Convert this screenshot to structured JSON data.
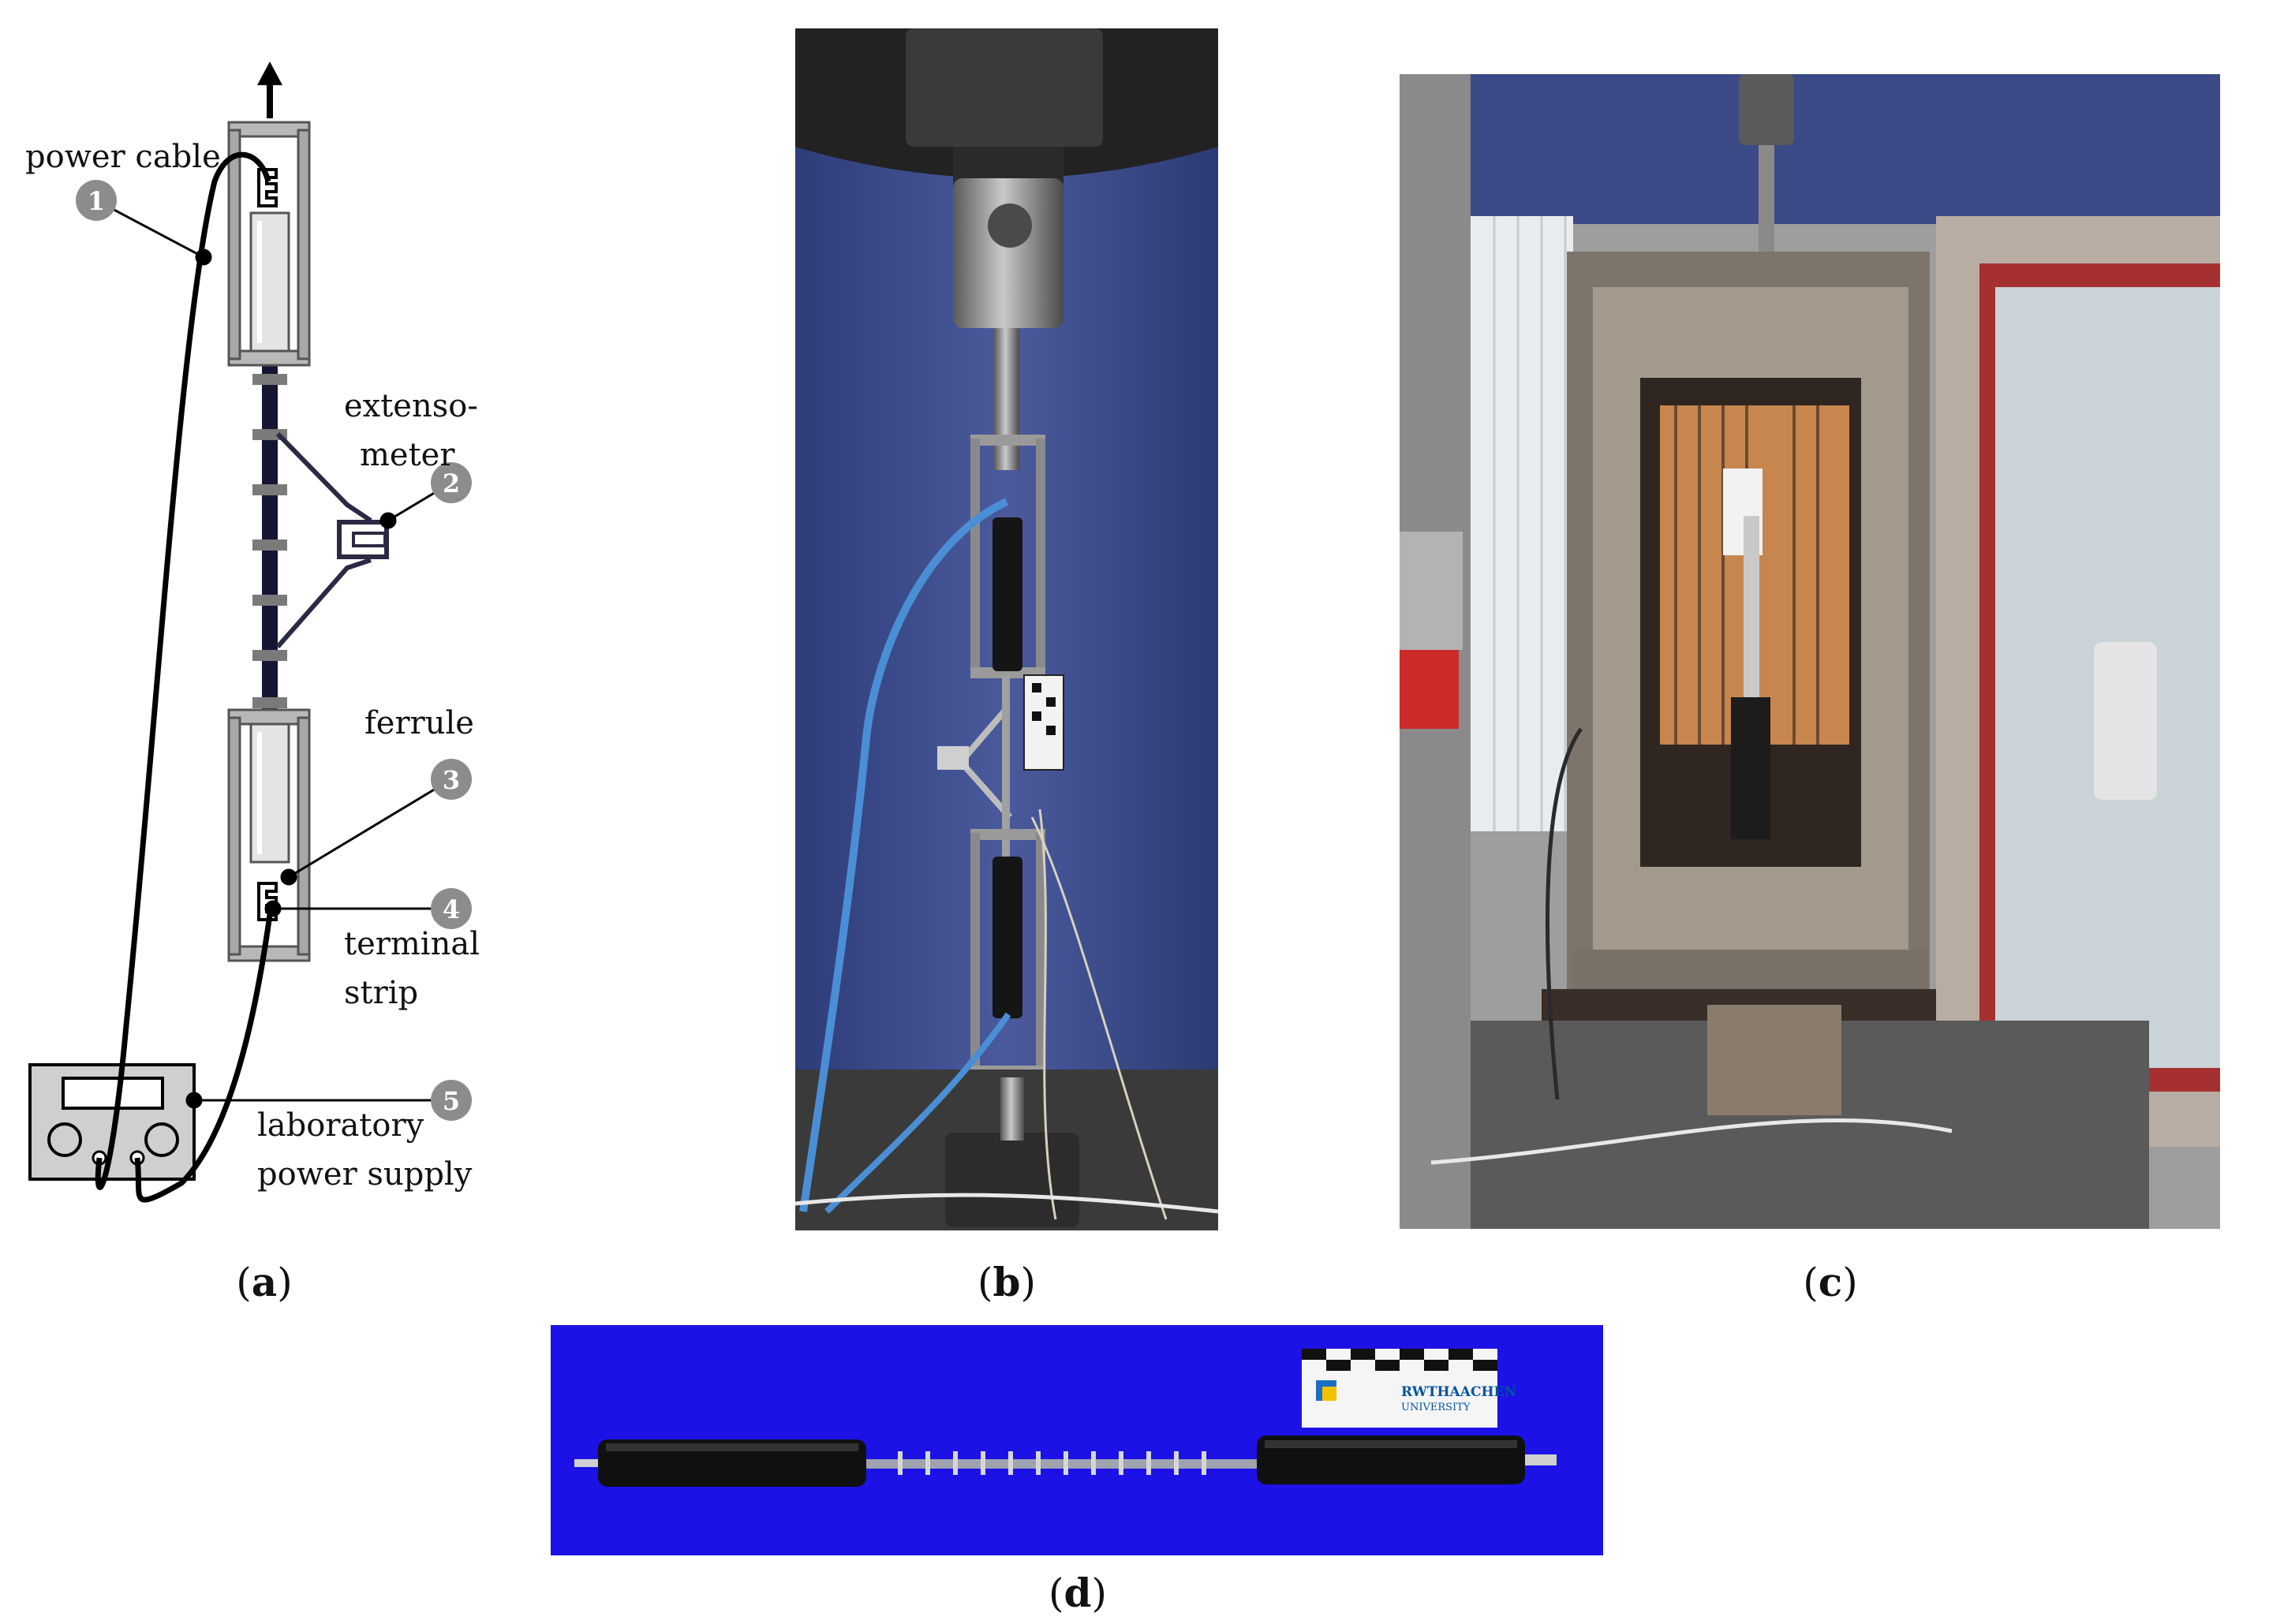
{
  "diagram": {
    "labels": {
      "power_cable": "power cable",
      "extensometer_line1": "extenso-",
      "extensometer_line2": "meter",
      "ferrule": "ferrule",
      "terminal_line1": "terminal",
      "terminal_line2": "strip",
      "supply_line1": "laboratory",
      "supply_line2": "power supply"
    },
    "markers": [
      "1",
      "2",
      "3",
      "4",
      "5"
    ]
  },
  "captions": {
    "a": "a",
    "b": "b",
    "c": "c",
    "d": "d"
  },
  "scale_bar": {
    "brand": "RWTHAACHEN",
    "brand_line2": "UNIVERSITY"
  },
  "colors": {
    "marker_gray": "#8c8c8c",
    "backdrop_blue": "#3a4a8a",
    "specimen_bg_blue": "#1a10e8",
    "cable_blue": "#4a8fd6",
    "chamber_steel": "#8b8278"
  }
}
